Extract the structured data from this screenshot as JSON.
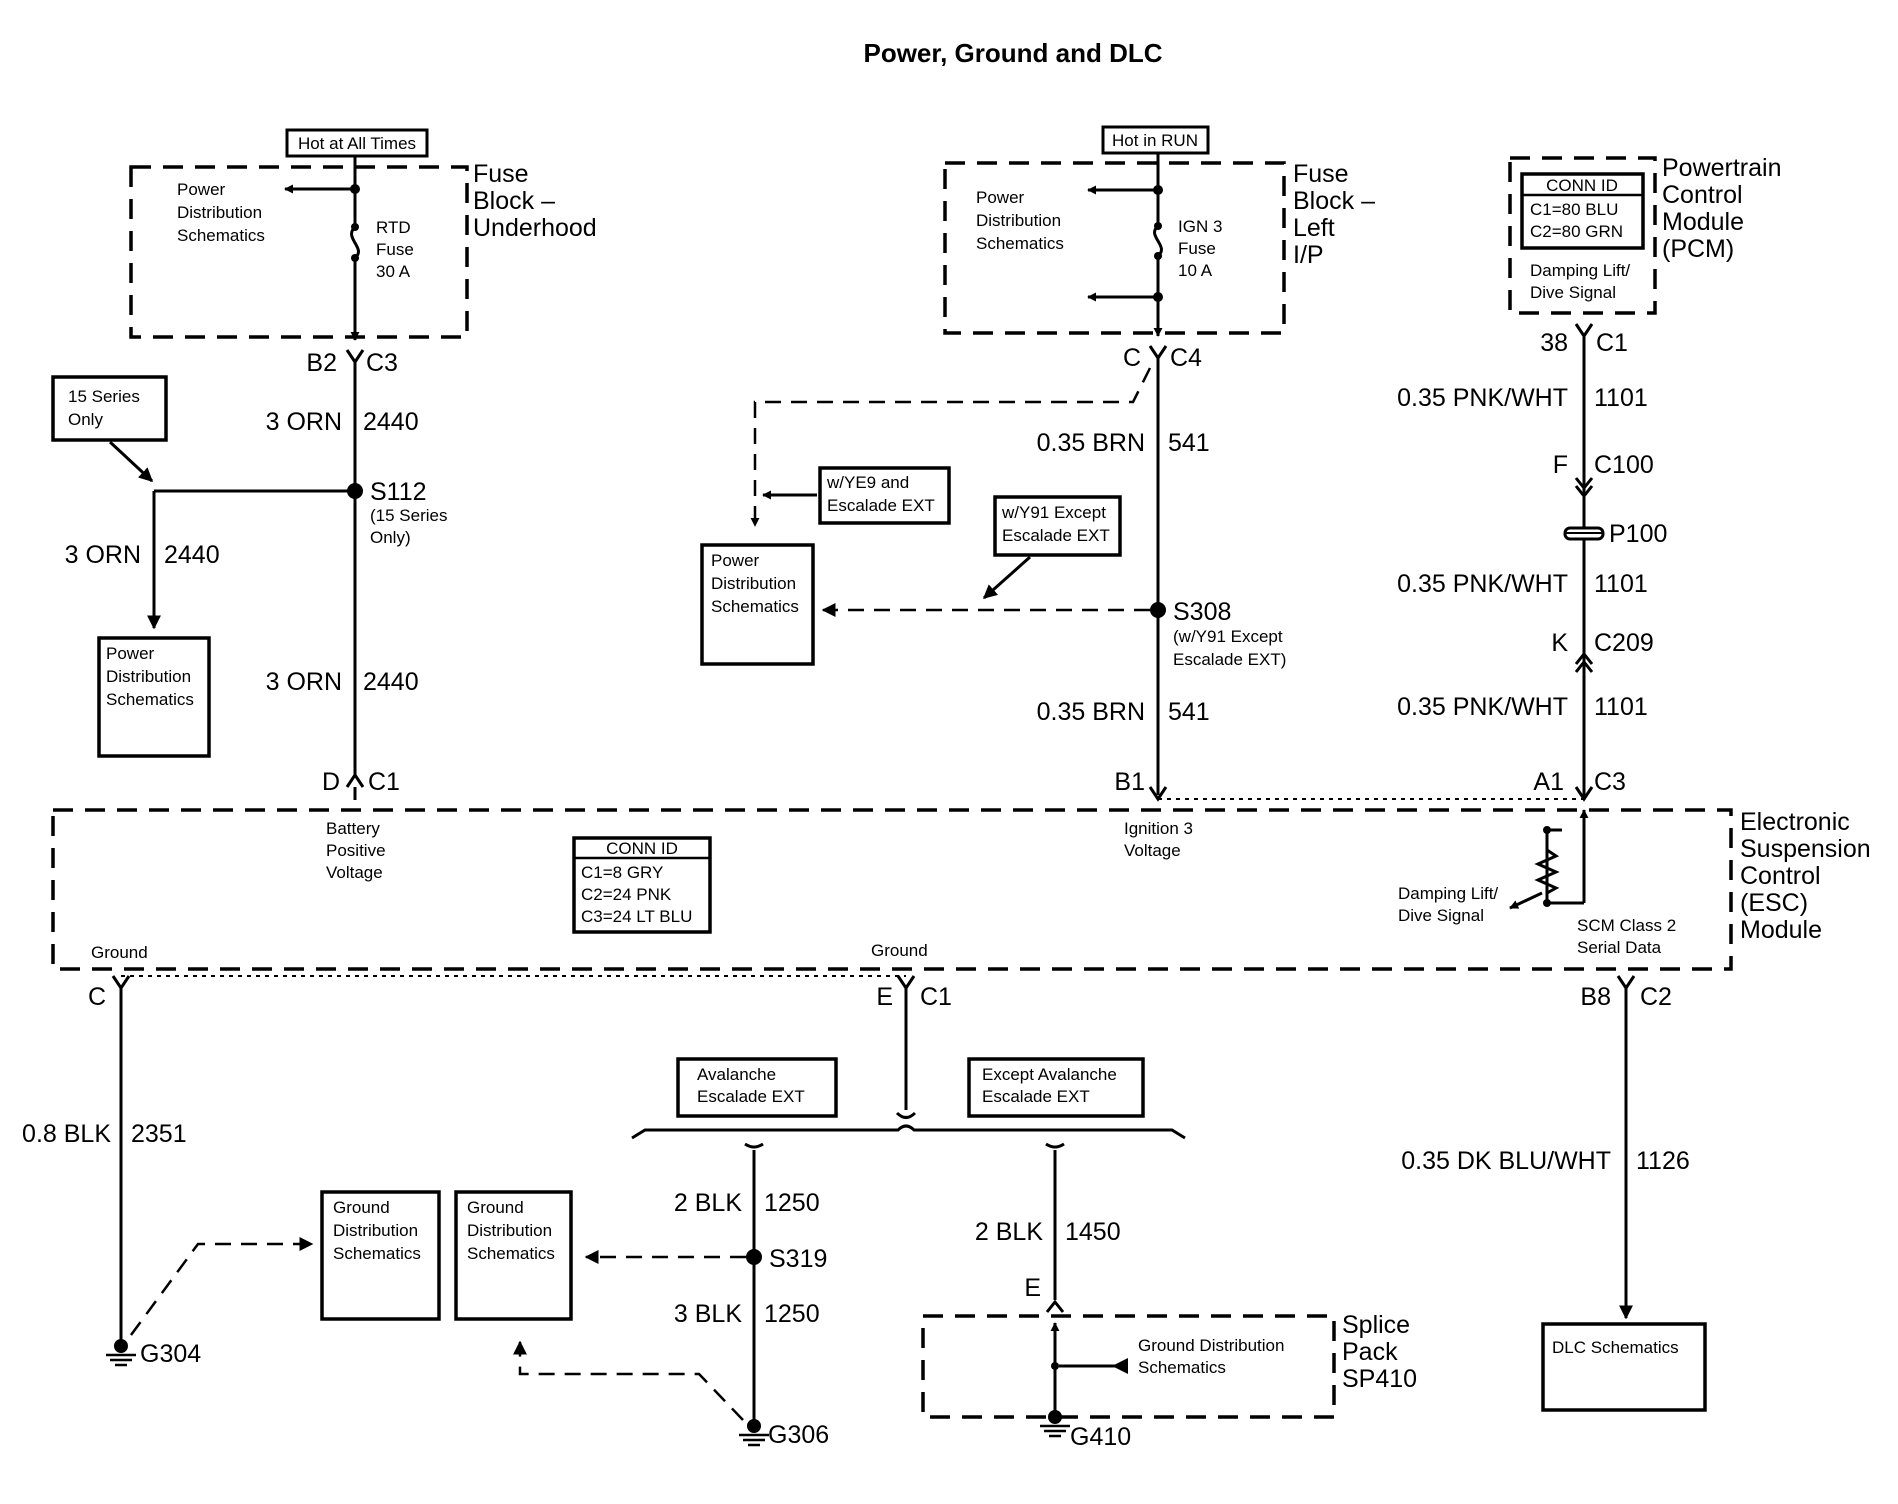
{
  "title": "Power, Ground and DLC",
  "fuse_block_underhood": {
    "label_lines": [
      "Fuse",
      "Block –",
      "Underhood"
    ],
    "supply": "Hot at All Times",
    "pds_lines": [
      "Power",
      "Distribution",
      "Schematics"
    ],
    "fuse_lines": [
      "RTD",
      "Fuse",
      "30 A"
    ],
    "pin": "B2",
    "connector": "C3"
  },
  "fuse_block_ip": {
    "label_lines": [
      "Fuse",
      "Block –",
      "Left",
      "I/P"
    ],
    "supply": "Hot in RUN",
    "pds_lines": [
      "Power",
      "Distribution",
      "Schematics"
    ],
    "fuse_lines": [
      "IGN 3",
      "Fuse",
      "10 A"
    ],
    "pin": "C",
    "connector": "C4"
  },
  "pcm": {
    "label_lines": [
      "Powertrain",
      "Control",
      "Module",
      "(PCM)"
    ],
    "conn_id_title": "CONN ID",
    "conn_id_lines": [
      "C1=80 BLU",
      "C2=80 GRN"
    ],
    "signal_lines": [
      "Damping Lift/",
      "Dive Signal"
    ],
    "pin": "38",
    "connector": "C1"
  },
  "left_circuit": {
    "note_lines": [
      "15 Series",
      "Only"
    ],
    "wire_1": {
      "gauge": "3 ORN",
      "circuit": "2440"
    },
    "splice": "S112",
    "splice_note_lines": [
      "(15 Series",
      "Only)"
    ],
    "branch_wire": {
      "gauge": "3 ORN",
      "circuit": "2440"
    },
    "branch_box_lines": [
      "Power",
      "Distribution",
      "Schematics"
    ],
    "wire_2": {
      "gauge": "3 ORN",
      "circuit": "2440"
    },
    "esc_pin": "D",
    "esc_connector": "C1"
  },
  "middle_circuit": {
    "ye9_note_lines": [
      "w/YE9 and",
      "Escalade EXT"
    ],
    "y91_note_lines": [
      "w/Y91 Except",
      "Escalade EXT"
    ],
    "pds_box_lines": [
      "Power",
      "Distribution",
      "Schematics"
    ],
    "wire_1": {
      "gauge": "0.35 BRN",
      "circuit": "541"
    },
    "splice": "S308",
    "splice_note_lines": [
      "(w/Y91 Except",
      "Escalade EXT)"
    ],
    "wire_2": {
      "gauge": "0.35 BRN",
      "circuit": "541"
    },
    "esc_pin": "B1",
    "esc_connector": ""
  },
  "right_circuit": {
    "wire_1": {
      "gauge": "0.35 PNK/WHT",
      "circuit": "1101"
    },
    "c100_pin": "F",
    "c100": "C100",
    "p100": "P100",
    "wire_2": {
      "gauge": "0.35 PNK/WHT",
      "circuit": "1101"
    },
    "c209_pin": "K",
    "c209": "C209",
    "wire_3": {
      "gauge": "0.35 PNK/WHT",
      "circuit": "1101"
    },
    "esc_pin": "A1",
    "esc_connector": "C3"
  },
  "esc_module": {
    "label_lines": [
      "Electronic",
      "Suspension",
      "Control",
      "(ESC)",
      "Module"
    ],
    "battery_lines": [
      "Battery",
      "Positive",
      "Voltage"
    ],
    "ign_lines": [
      "Ignition 3",
      "Voltage"
    ],
    "conn_id_title": "CONN ID",
    "conn_id_lines": [
      "C1=8 GRY",
      "C2=24 PNK",
      "C3=24 LT BLU"
    ],
    "damping_lines": [
      "Damping Lift/",
      "Dive Signal"
    ],
    "serial_lines": [
      "SCM Class 2",
      "Serial Data"
    ],
    "ground_left": "Ground",
    "ground_mid": "Ground"
  },
  "ground_left": {
    "esc_pin": "C",
    "wire": {
      "gauge": "0.8 BLK",
      "circuit": "2351"
    },
    "gds_box_lines": [
      "Ground",
      "Distribution",
      "Schematics"
    ],
    "ground": "G304"
  },
  "ground_mid": {
    "esc_pin": "E",
    "esc_connector": "C1",
    "avalanche_lines": [
      "Avalanche",
      "Escalade EXT"
    ],
    "except_lines": [
      "Except Avalanche",
      "Escalade EXT"
    ],
    "wire_a1": {
      "gauge": "2 BLK",
      "circuit": "1250"
    },
    "splice": "S319",
    "gds_box_lines": [
      "Ground",
      "Distribution",
      "Schematics"
    ],
    "wire_a2": {
      "gauge": "3 BLK",
      "circuit": "1250"
    },
    "ground_a": "G306",
    "wire_b": {
      "gauge": "2 BLK",
      "circuit": "1450"
    },
    "sp_pin": "E",
    "sp_gds_lines": [
      "Ground Distribution",
      "Schematics"
    ],
    "sp_label_lines": [
      "Splice",
      "Pack",
      "SP410"
    ],
    "ground_b": "G410"
  },
  "dlc_circuit": {
    "esc_pin": "B8",
    "esc_connector": "C2",
    "wire": {
      "gauge": "0.35 DK BLU/WHT",
      "circuit": "1126"
    },
    "dlc_box": "DLC Schematics"
  }
}
